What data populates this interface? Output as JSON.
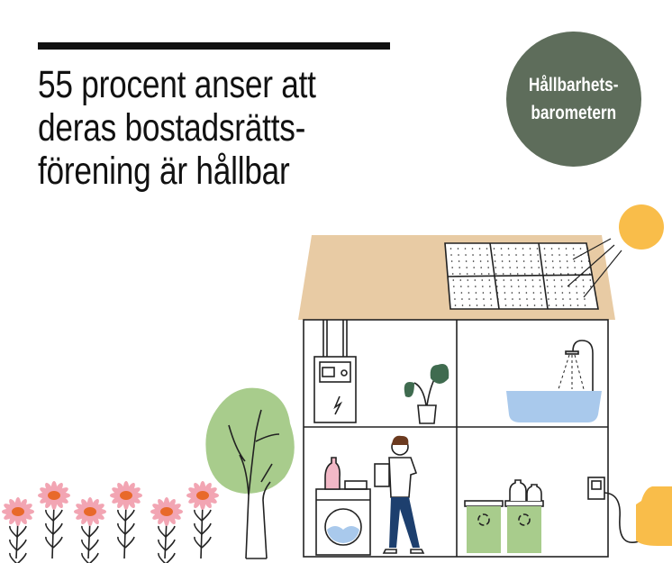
{
  "headline": {
    "lines": [
      "55 procent anser att",
      "deras bostadsrätts-",
      "förening är hållbar"
    ]
  },
  "badge": {
    "lines": [
      "Hållbarhets-",
      "barometern"
    ],
    "color": "#5e6d5b"
  },
  "colors": {
    "roof": "#e8cba4",
    "sun": "#f9bd4a",
    "tree": "#a8cc8c",
    "flower_petal": "#f2a5b3",
    "flower_center": "#e8692a",
    "bathtub": "#a9c9ec",
    "bin": "#a8cc8c",
    "car": "#f9bd4a"
  }
}
